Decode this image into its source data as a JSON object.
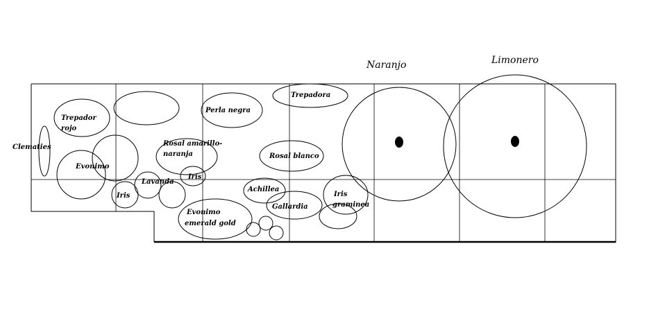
{
  "trees": {
    "naranjo": "Naranjo",
    "limonero": "Limonero"
  },
  "plants": {
    "clematies": "Clematies",
    "trepador_rojo_1": "Trepador",
    "trepador_rojo_2": "rojo",
    "evonimo": "Evonimo",
    "iris_left": "Iris",
    "lavanda": "Lavanda",
    "rosal_amarillo_1": "Rosal amarillo-",
    "rosal_amarillo_2": "naranja",
    "iris_mid": "Iris",
    "perla_negra": "Perla negra",
    "trepadora": "Trepadora",
    "rosal_blanco": "Rosal blanco",
    "achillea": "Achillea",
    "gallardia": "Gallardia",
    "evonimo_eg_1": "Evonimo",
    "evonimo_eg_2": "emerald gold",
    "iris_graminea_1": "Iris",
    "iris_graminea_2": "graminea"
  }
}
